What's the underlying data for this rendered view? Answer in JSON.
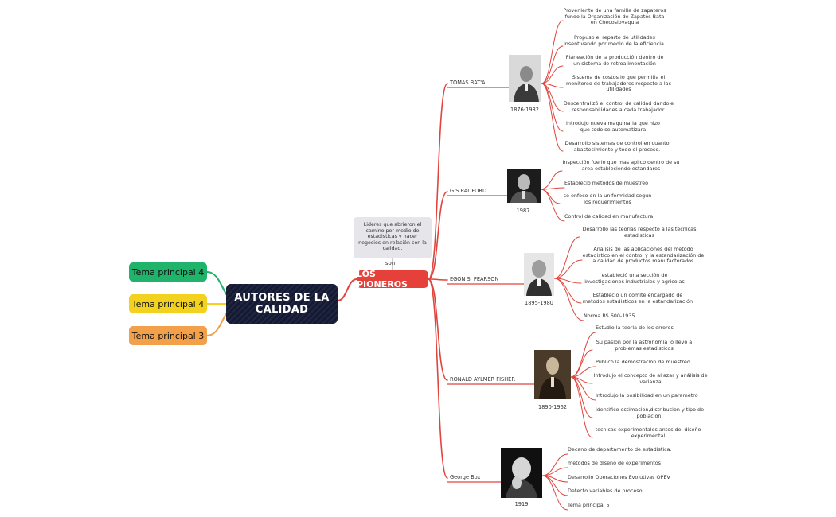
{
  "central_topic": "AUTORES DE LA CALIDAD",
  "side_topics": [
    {
      "label": "Tema principal 4",
      "color": "#1fb36b"
    },
    {
      "label": "Tema principal 4",
      "color": "#f2d21f"
    },
    {
      "label": "Tema principal 3",
      "color": "#f2a04a"
    }
  ],
  "main_topic": "LOS PIONEROS",
  "relation_note": "Lideres que abrieron el camino por medio de estadisticas y hacer negocios en relación con la calidad.",
  "relation_label": "son",
  "pioneers": [
    {
      "name": "TOMAS BAT'A",
      "years": "1876-1932",
      "facts": [
        "Proveniente de una familia de zapateros fundo la Organización de Zapatos Bata en Checoslovaquia",
        "Propuso el reparto de utilidades insentivando por medio de la eficiencia.",
        "Planeación de la producción dentro de un sistema de retroalimentación",
        "Sistema de costos lo que permitia el monitoreo de trabajadores respecto a las utilidades",
        "Descentralizó el control de calidad dandole responsabilidades a cada trabajador.",
        "Introdujo nueva maquinaria  que hizo que todo se automatizara",
        "Desarrollo sistemas de control en cuanto abastecimiento y todo el proceso."
      ]
    },
    {
      "name": "G.S RADFORD",
      "years": "1987",
      "facts": [
        "Inspección fue lo que mas aplico dentro de su area estableciendo estandares",
        "Establecio metodos de muestreo",
        "se enfoco en la uniformidad segun los requerimientos",
        "Control de calidad en manufactura"
      ]
    },
    {
      "name": "EGON  S.  PEARSON",
      "years": "1895-1980",
      "facts": [
        "Desarrollo las teorias respecto a las tecnicas estadisticas",
        "Analisis de las aplicaciones del metodo estadistico en el control y la estandarización de la calidad de productos manufactorados.",
        "estableció una sección de investigaciones industriales y agricolas",
        "Establecio un comite encargado de metodos estadisticos en la estandarización",
        "Norma BS 600-1935"
      ]
    },
    {
      "name": "RONALD AYLMER FISHER",
      "years": "1890-1962",
      "facts": [
        "Estudio la teoria de los errores",
        "Su pasion por la astronomia lo llevo a problemas estadisticos",
        "Publicó la demostración de muestreo",
        "Introdujo el concepto de al azar y análisis de varianza",
        "Introdujo la posibilidad en un parametro",
        "identifico estimacion,distribucion y tipo de poblacion.",
        "tecnicas experimentales antes del diseño experimental"
      ]
    },
    {
      "name": "George Box",
      "years": "1919",
      "facts": [
        "Decano de departamento de estadistica.",
        "metodos de diseño de experimentos",
        "Desarrollo  Operaciones Evolutivas OPEV",
        "Detecto variables de proceso",
        "Tema principal 5"
      ]
    }
  ],
  "colors": {
    "branch": "#e0443c",
    "central_bg": "#141a33",
    "pioneros_bg": "#e5403a",
    "note_bg": "#e6e6ea"
  }
}
